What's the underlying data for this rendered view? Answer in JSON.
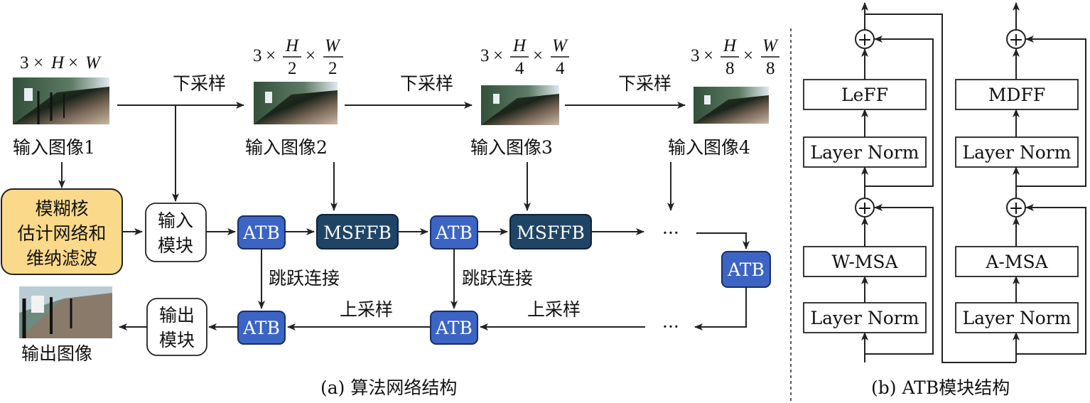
{
  "diagram": {
    "left": {
      "caption": "(a) 算法网络结构",
      "inputs": [
        {
          "label": "输入图像1",
          "size": {
            "prefix": "3",
            "terms": [
              "H",
              "W"
            ]
          }
        },
        {
          "label": "输入图像2",
          "size": {
            "prefix": "3",
            "frac_num": "H",
            "frac_den": "2",
            "frac2_num": "W",
            "frac2_den": "2"
          }
        },
        {
          "label": "输入图像3",
          "size": {
            "prefix": "3",
            "frac_num": "H",
            "frac_den": "4",
            "frac2_num": "W",
            "frac2_den": "4"
          }
        },
        {
          "label": "输入图像4",
          "size": {
            "prefix": "3",
            "frac_num": "H",
            "frac_den": "8",
            "frac2_num": "W",
            "frac2_den": "8"
          }
        }
      ],
      "times_symbol": "×",
      "downsample_label": "下采样",
      "upsample_label": "上采样",
      "skip_label": "跳跃连接",
      "blur_module": [
        "模糊核",
        "估计网络和",
        "维纳滤波"
      ],
      "input_module": [
        "输入",
        "模块"
      ],
      "output_module": [
        "输出",
        "模块"
      ],
      "output_image_label": "输出图像",
      "atb_label": "ATB",
      "msffb_label": "MSFFB",
      "ellipsis": "···"
    },
    "right": {
      "caption": "(b) ATB模块结构",
      "col1": {
        "top_block": "LeFF",
        "norm_label": "Layer Norm",
        "attn_block": "W-MSA"
      },
      "col2": {
        "top_block": "MDFF",
        "norm_label": "Layer Norm",
        "attn_block": "A-MSA"
      },
      "plus_symbol": "+"
    },
    "colors": {
      "atb": "#3b64c4",
      "msffb": "#1f4466",
      "blur_module": "#fbd98a"
    }
  }
}
